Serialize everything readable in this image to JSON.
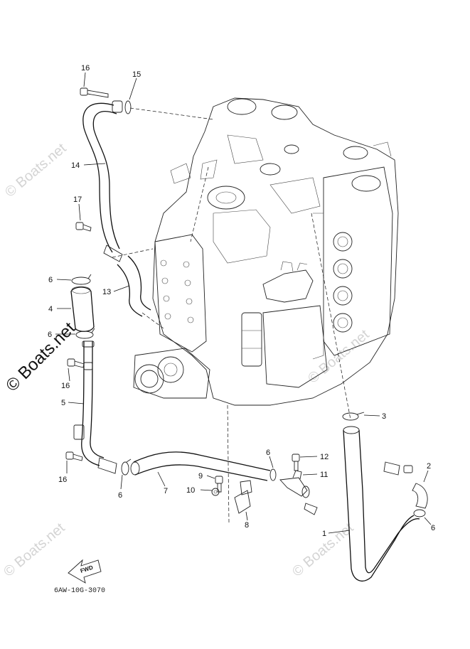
{
  "callouts": [
    {
      "id": "c16a",
      "label": "16"
    },
    {
      "id": "c15",
      "label": "15"
    },
    {
      "id": "c14",
      "label": "14"
    },
    {
      "id": "c17",
      "label": "17"
    },
    {
      "id": "c6a",
      "label": "6"
    },
    {
      "id": "c4",
      "label": "4"
    },
    {
      "id": "c13",
      "label": "13"
    },
    {
      "id": "c6b",
      "label": "6"
    },
    {
      "id": "c16b",
      "label": "16"
    },
    {
      "id": "c5",
      "label": "5"
    },
    {
      "id": "c16c",
      "label": "16"
    },
    {
      "id": "c6c",
      "label": "6"
    },
    {
      "id": "c7",
      "label": "7"
    },
    {
      "id": "c9",
      "label": "9"
    },
    {
      "id": "c10",
      "label": "10"
    },
    {
      "id": "c8",
      "label": "8"
    },
    {
      "id": "c6d",
      "label": "6"
    },
    {
      "id": "c12",
      "label": "12"
    },
    {
      "id": "c11",
      "label": "11"
    },
    {
      "id": "c3",
      "label": "3"
    },
    {
      "id": "c2",
      "label": "2"
    },
    {
      "id": "c6e",
      "label": "6"
    },
    {
      "id": "c1",
      "label": "1"
    }
  ],
  "watermarks": {
    "main": "© Boats.net",
    "faint": "© Boats.net"
  },
  "fwd_label": "FWD",
  "diagram_code": "6AW-10G-3070"
}
